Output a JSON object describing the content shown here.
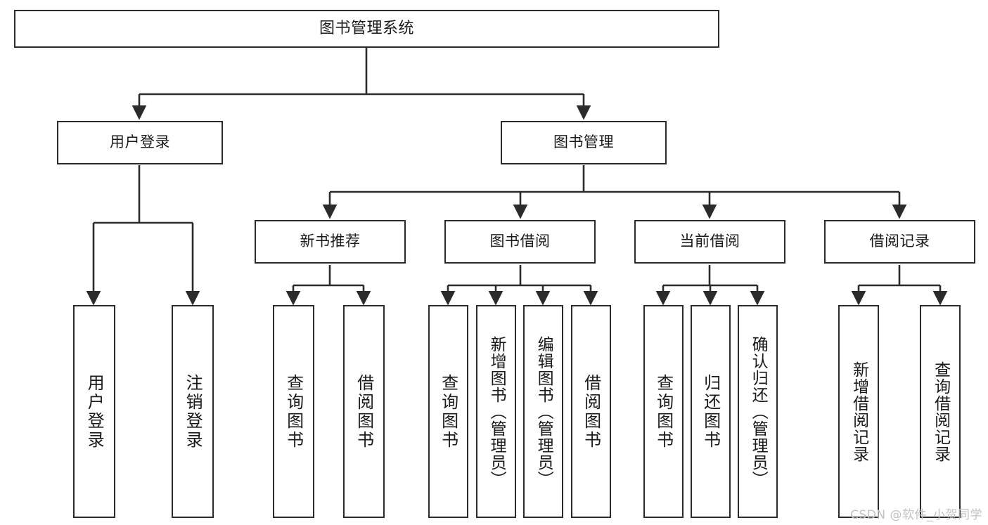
{
  "diagram": {
    "type": "tree-hierarchy-chart",
    "title": "图书管理系统",
    "colors": {
      "box_border": "#2b2b2b",
      "box_fill": "#ffffff",
      "connector": "#2b2b2b",
      "text": "#1a1a1a",
      "watermark": "#c2c2c2",
      "background": "#ffffff"
    },
    "levels": {
      "root": {
        "label": "图书管理系统"
      },
      "level2": [
        {
          "id": "user-login",
          "label": "用户登录"
        },
        {
          "id": "book-management",
          "label": "图书管理"
        }
      ],
      "level3": [
        {
          "id": "new-book-recommend",
          "label": "新书推荐",
          "parent": "book-management"
        },
        {
          "id": "book-borrow",
          "label": "图书借阅",
          "parent": "book-management"
        },
        {
          "id": "current-borrow",
          "label": "当前借阅",
          "parent": "book-management"
        },
        {
          "id": "borrow-record",
          "label": "借阅记录",
          "parent": "book-management"
        }
      ],
      "leaves": [
        {
          "id": "leaf-user-login",
          "label": "用户登录",
          "parent": "user-login"
        },
        {
          "id": "leaf-logout",
          "label": "注销登录",
          "parent": "user-login"
        },
        {
          "id": "leaf-query-book-1",
          "label": "查询图书",
          "parent": "new-book-recommend"
        },
        {
          "id": "leaf-borrow-book-1",
          "label": "借阅图书",
          "parent": "new-book-recommend"
        },
        {
          "id": "leaf-query-book-2",
          "label": "查询图书",
          "parent": "book-borrow"
        },
        {
          "id": "leaf-add-book",
          "label": "新增图书（管理员）",
          "parent": "book-borrow"
        },
        {
          "id": "leaf-edit-book",
          "label": "编辑图书（管理员）",
          "parent": "book-borrow"
        },
        {
          "id": "leaf-borrow-book-2",
          "label": "借阅图书",
          "parent": "book-borrow"
        },
        {
          "id": "leaf-query-book-3",
          "label": "查询图书",
          "parent": "current-borrow"
        },
        {
          "id": "leaf-return-book",
          "label": "归还图书",
          "parent": "current-borrow"
        },
        {
          "id": "leaf-confirm-return",
          "label": "确认归还（管理员）",
          "parent": "current-borrow"
        },
        {
          "id": "leaf-add-record",
          "label": "新增借阅记录",
          "parent": "borrow-record"
        },
        {
          "id": "leaf-query-record",
          "label": "查询借阅记录",
          "parent": "borrow-record"
        }
      ]
    },
    "watermark": "CSDN @软件_小贺同学"
  }
}
